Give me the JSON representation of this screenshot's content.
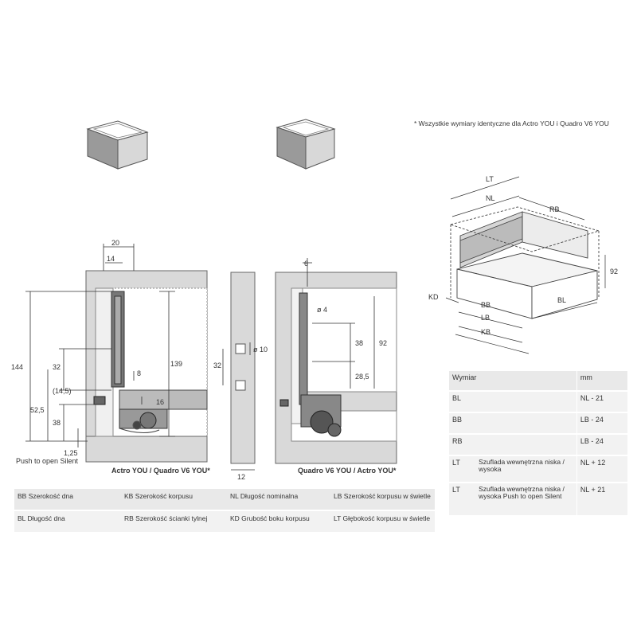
{
  "note": "* Wszystkie wymiary identyczne dla Actro YOU i Quadro V6 YOU",
  "left_diagram": {
    "title": "Actro YOU / Quadro V6 YOU*",
    "dim_top_20": "20",
    "dim_top_14": "14",
    "dim_144": "144",
    "dim_139": "139",
    "dim_32": "32",
    "dim_8": "8",
    "dim_14_5": "(14,5)",
    "dim_16": "16",
    "dim_52_5": "52,5",
    "dim_38": "38",
    "dim_1_25": "1,25",
    "push_label": "Push to open Silent"
  },
  "side_panel": {
    "dim_10": "ø 10",
    "dim_32": "32",
    "dim_12": "12"
  },
  "right_diagram": {
    "title": "Quadro V6 YOU / Actro YOU*",
    "dim_6": "6",
    "dim_4": "ø 4",
    "dim_38": "38",
    "dim_92": "92",
    "dim_28_5": "28,5"
  },
  "drawer_3d": {
    "labels": {
      "LT": "LT",
      "NL": "NL",
      "RB": "RB",
      "BB": "BB",
      "LB": "LB",
      "KB": "KB",
      "KD": "KD",
      "BL": "BL",
      "h92": "92"
    }
  },
  "legend": [
    [
      "BB Szerokość dna",
      "KB Szerokość korpusu",
      "NL Długość nominalna",
      "LB Szerokość korpusu w świetle"
    ],
    [
      "BL Długość dna",
      "RB Szerokość ścianki tylnej",
      "KD Grubość boku korpusu",
      "LT Głębokość korpusu w świetle"
    ]
  ],
  "spec_table": {
    "header": [
      "Wymiar",
      "mm"
    ],
    "rows": [
      {
        "key": "BL",
        "desc": "",
        "value": "NL - 21"
      },
      {
        "key": "BB",
        "desc": "",
        "value": "LB - 24"
      },
      {
        "key": "RB",
        "desc": "",
        "value": "LB - 24"
      },
      {
        "key": "LT",
        "desc": "Szuflada wewnętrzna niska / wysoka",
        "value": "NL + 12"
      },
      {
        "key": "LT",
        "desc": "Szuflada wewnętrzna niska / wysoka Push to open Silent",
        "value": "NL + 21"
      }
    ]
  }
}
